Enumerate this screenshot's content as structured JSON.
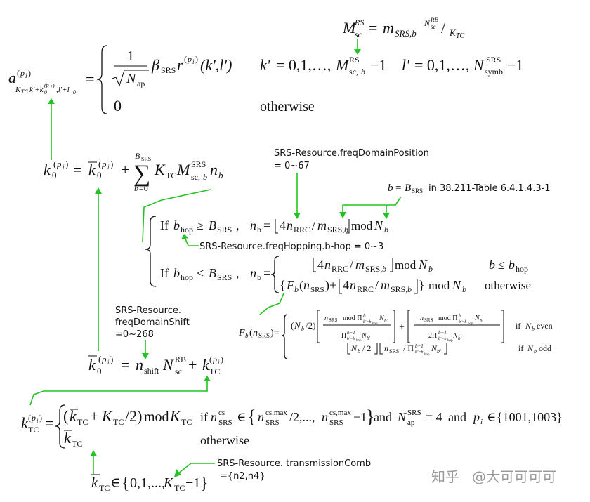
{
  "labels": {
    "srs_freq_domain_position": "SRS-Resource.freqDomainPosition",
    "srs_freq_domain_position_range": "= 0~67",
    "b_equals_bsrs_ref": "in 38.211-Table 6.4.1.4.3-1",
    "srs_freq_hopping": "SRS-Resource.freqHopping.b-hop = 0~3",
    "srs_freq_domain_shift_1": "SRS-Resource.",
    "srs_freq_domain_shift_2": "freqDomainShift",
    "srs_freq_domain_shift_3": "=0~268",
    "srs_transmission_comb": "SRS-Resource. transmissionComb",
    "srs_transmission_comb_values": "={n2,n4}"
  },
  "formula_words": {
    "otherwise": "otherwise",
    "if": "If",
    "if_lower": "if",
    "and": "and",
    "mod": "mod",
    "even": "even",
    "odd": "odd",
    "pi_set": "{1001,1003}"
  },
  "watermark": {
    "site": "知乎",
    "author": "@大可可可可"
  },
  "colors": {
    "arrow": "#22c322",
    "text": "#111111",
    "watermark": "#9a9a9a"
  }
}
